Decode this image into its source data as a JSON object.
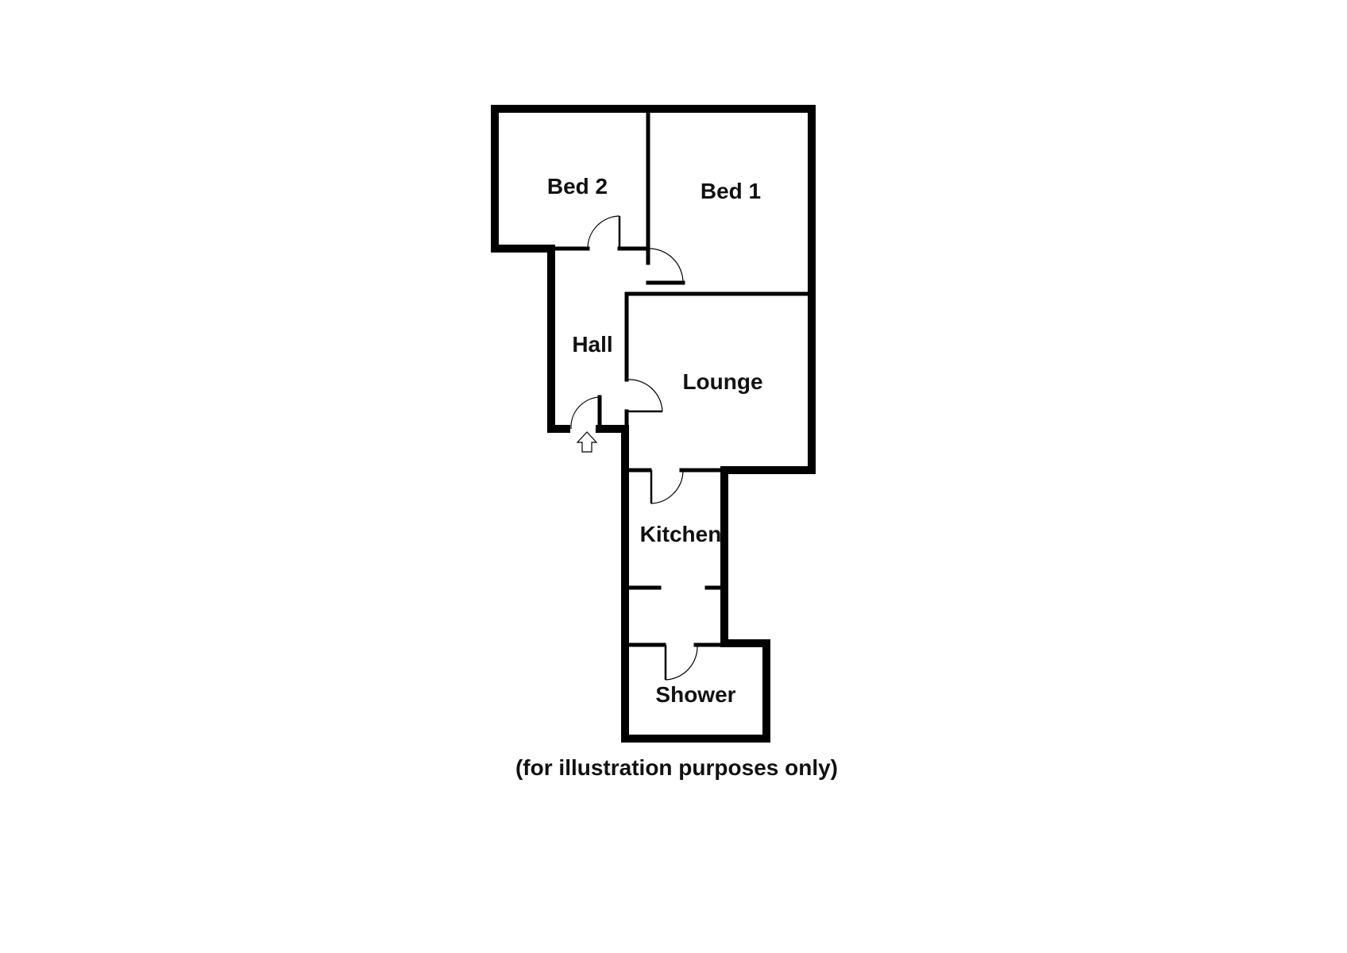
{
  "rooms": {
    "bed2": "Bed 2",
    "bed1": "Bed 1",
    "hall": "Hall",
    "lounge": "Lounge",
    "kitchen": "Kitchen",
    "shower": "Shower"
  },
  "caption": "(for illustration purposes only)",
  "colors": {
    "walls": "#000000",
    "background": "#ffffff"
  }
}
